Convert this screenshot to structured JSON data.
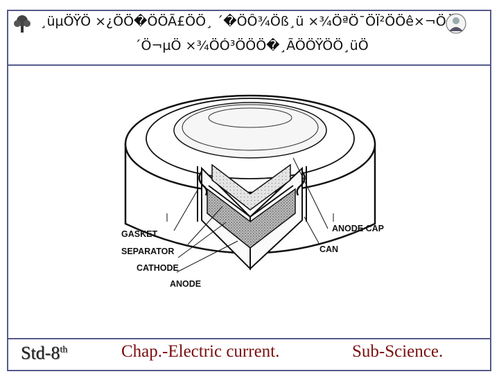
{
  "header": {
    "line1": "¸üµÖŸÖ ×¿ÖÖ�ÖÖÃ£ÖÖ¸ ´�ÖÔ¾Öß¸ü ×¾ÖªÖ¯ÖÏ²ÖÖê×¬Ö­Öß",
    "line2": "´Ö¬µÖ ×¾ÖÓ³ÖÖÖ�¸ÃÖÖŸÖÖ¸üÖ",
    "tree_icon": "tree-icon",
    "person_icon": "person-icon"
  },
  "diagram": {
    "labels": {
      "gasket": "GASKET",
      "separator": "SEPARATOR",
      "cathode": "CATHODE",
      "anode": "ANODE",
      "anode_cap": "ANODE CAP",
      "can": "CAN"
    }
  },
  "footer": {
    "std": "Std-8",
    "std_sup": "th",
    "chapter": "Chap.-Electric current.",
    "subject": "Sub-Science."
  },
  "colors": {
    "frame": "#555a8c",
    "footer_text": "#7a0f0f"
  }
}
